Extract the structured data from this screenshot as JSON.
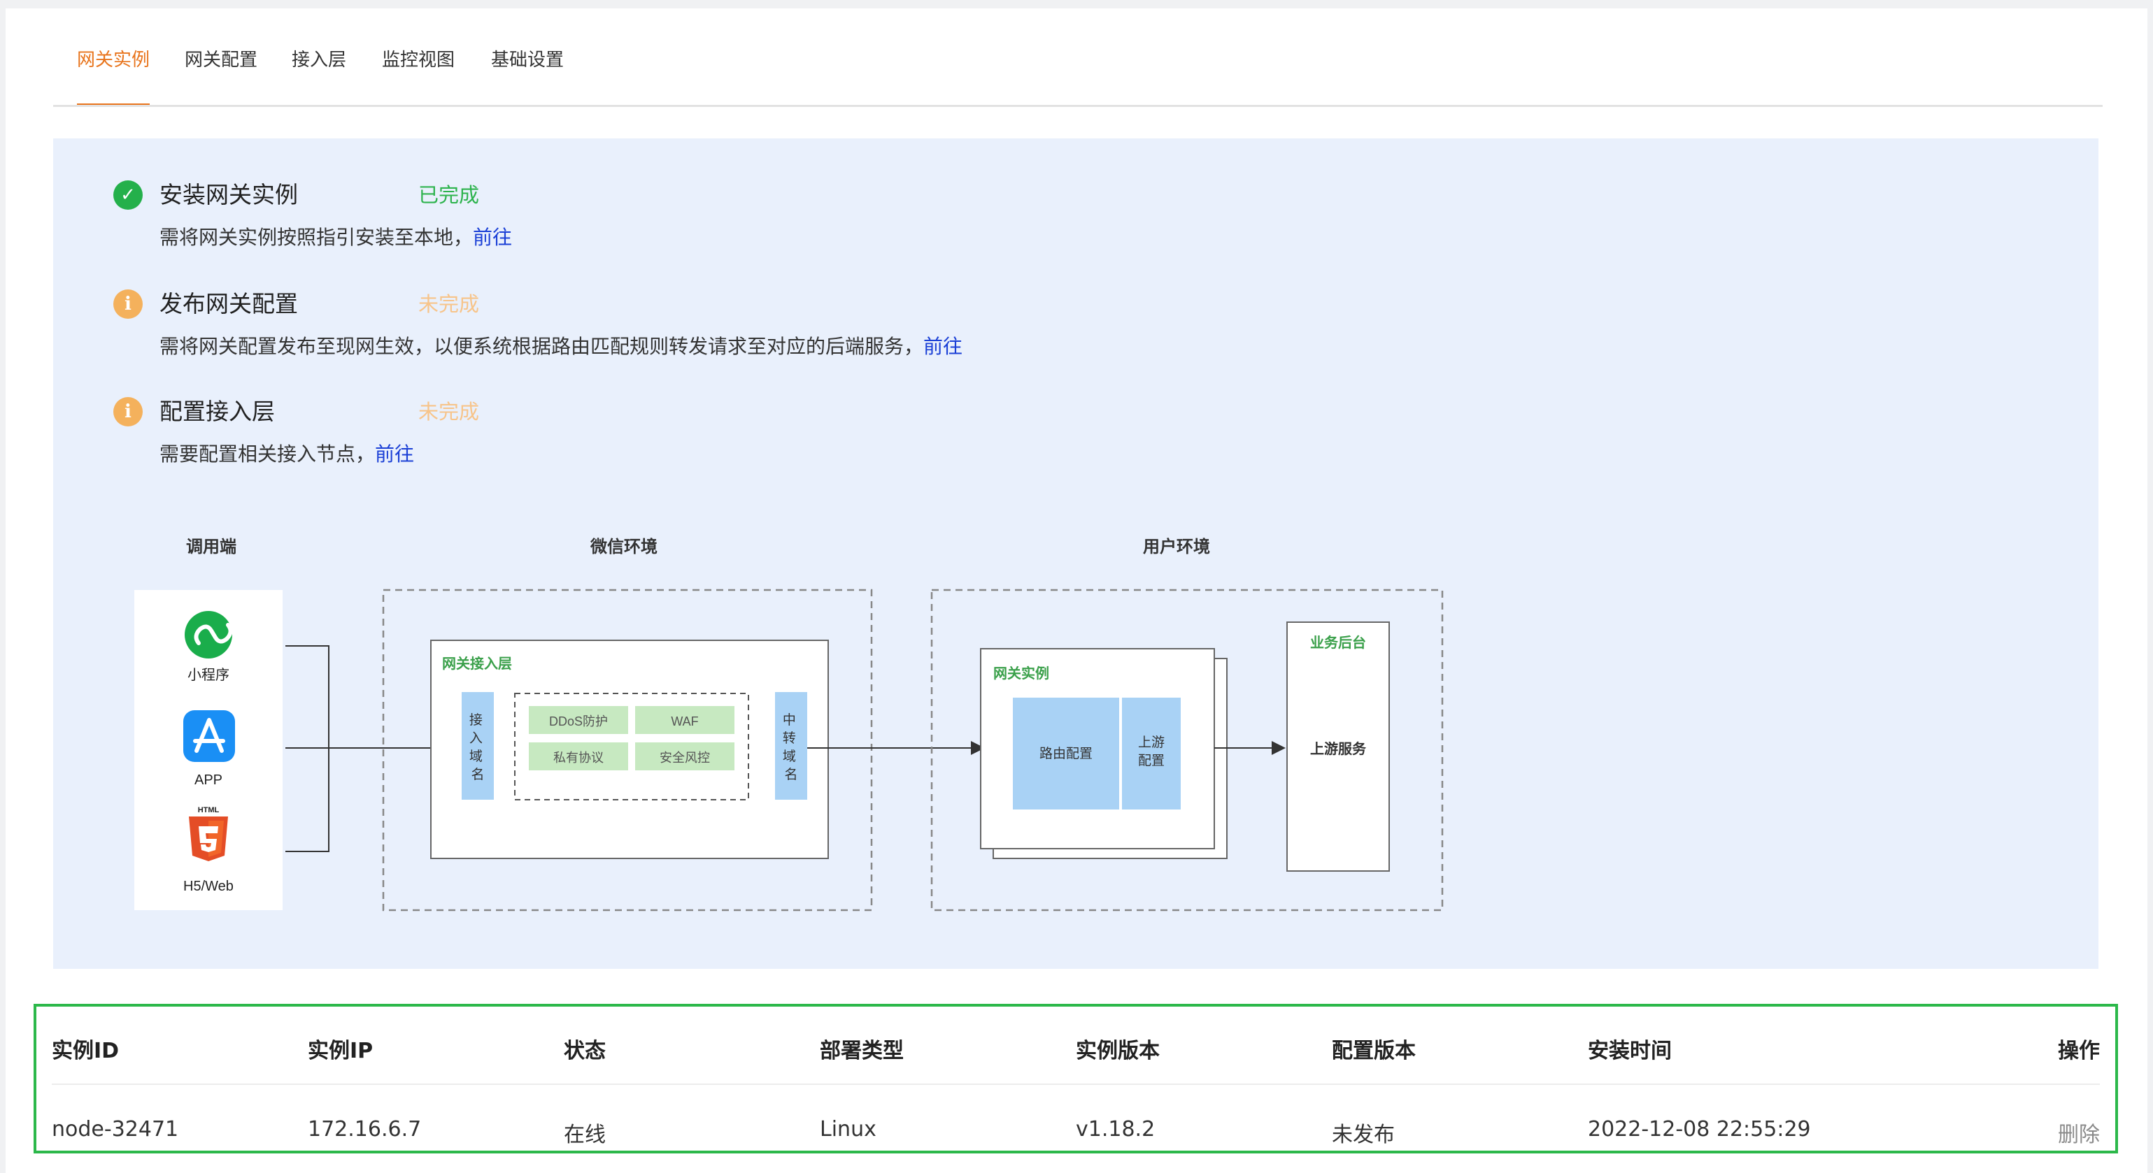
{
  "tabs": [
    {
      "label": "网关实例",
      "active": true
    },
    {
      "label": "网关配置",
      "active": false
    },
    {
      "label": "接入层",
      "active": false
    },
    {
      "label": "监控视图",
      "active": false
    },
    {
      "label": "基础设置",
      "active": false
    }
  ],
  "steps": [
    {
      "icon": "check-circle-icon",
      "title": "安装网关实例",
      "status": "已完成",
      "desc": "需将网关实例按照指引安装至本地，",
      "link": "前往"
    },
    {
      "icon": "info-circle-icon",
      "title": "发布网关配置",
      "status": "未完成",
      "desc": "需将网关配置发布至现网生效，以便系统根据路由匹配规则转发请求至对应的后端服务，",
      "link": "前往"
    },
    {
      "icon": "info-circle-icon",
      "title": "配置接入层",
      "status": "未完成",
      "desc": "需要配置相关接入节点，",
      "link": "前往"
    }
  ],
  "diagram": {
    "caller_title": "调用端",
    "wechat_title": "微信环境",
    "user_title": "用户环境",
    "clients": [
      {
        "icon": "mini-program-icon",
        "label": "小程序"
      },
      {
        "icon": "app-store-icon",
        "label": "APP"
      },
      {
        "icon": "html5-icon",
        "label": "H5/Web",
        "badge": "HTML"
      }
    ],
    "gateway_access_title": "网关接入层",
    "access_domain": "接入域名",
    "relay_domain": "中转域名",
    "features": [
      "DDoS防护",
      "WAF",
      "私有协议",
      "安全风控"
    ],
    "gateway_instance_title": "网关实例",
    "route_config": "路由配置",
    "upstream_config_line1": "上游",
    "upstream_config_line2": "配置",
    "backend_title": "业务后台",
    "upstream_service": "上游服务"
  },
  "table": {
    "headers": [
      "实例ID",
      "实例IP",
      "状态",
      "部署类型",
      "实例版本",
      "配置版本",
      "安装时间",
      "操作"
    ],
    "rows": [
      [
        "node-32471",
        "172.16.6.7",
        "在线",
        "Linux",
        "v1.18.2",
        "未发布",
        "2022-12-08 22:55:29",
        "删除"
      ]
    ]
  },
  "colors": {
    "accent": "#e8741c",
    "success": "#2db34d",
    "warning": "#f4b15c",
    "link": "#1a3fd6",
    "panel_bg": "#e9f0fc",
    "table_border": "#2cb84a"
  }
}
